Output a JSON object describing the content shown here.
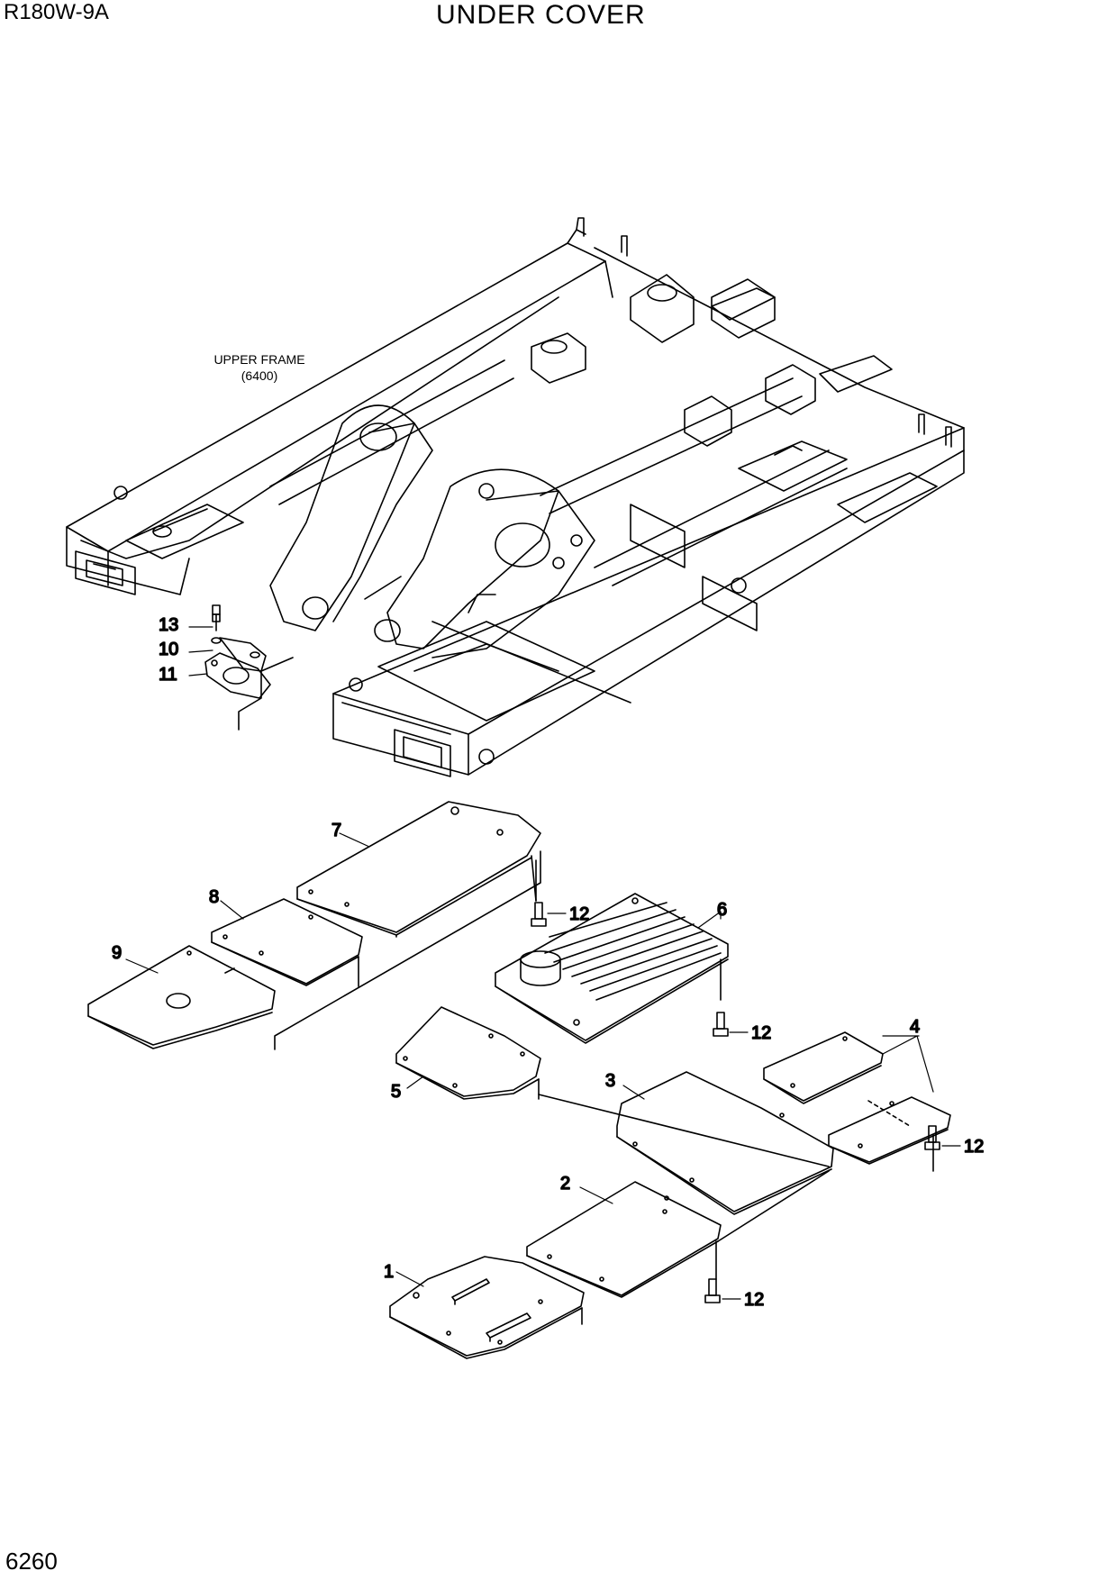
{
  "header": {
    "model": "R180W-9A",
    "title": "UNDER COVER"
  },
  "footer": {
    "page_number": "6260"
  },
  "upper_frame": {
    "label": "UPPER FRAME",
    "ref": "(6400)"
  },
  "callouts": {
    "c1": "1",
    "c2": "2",
    "c3": "3",
    "c4": "4",
    "c5": "5",
    "c6": "6",
    "c7": "7",
    "c8": "8",
    "c9": "9",
    "c10": "10",
    "c11": "11",
    "c12a": "12",
    "c12b": "12",
    "c12c": "12",
    "c12d": "12",
    "c13": "13"
  }
}
